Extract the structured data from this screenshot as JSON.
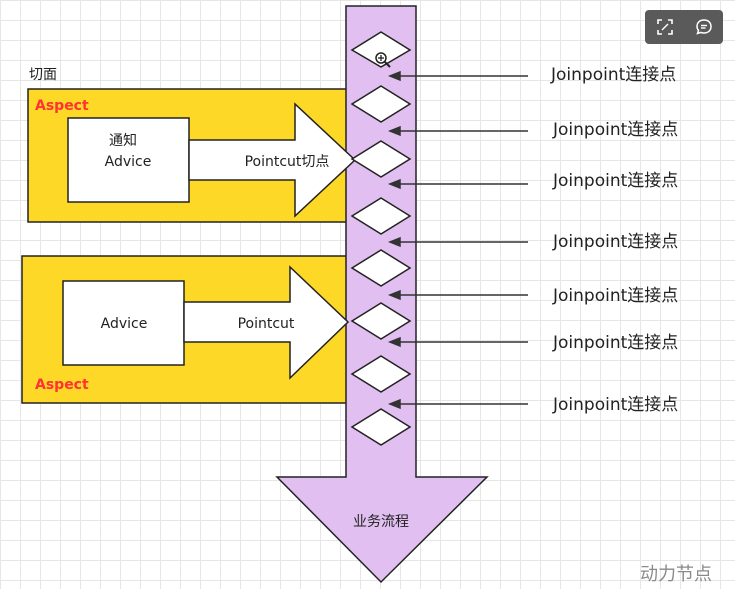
{
  "diagram": {
    "qiemian_label": "切面",
    "aspect_top_label": "Aspect",
    "aspect_bottom_label": "Aspect",
    "advice_top_line1": "通知",
    "advice_top_line2": "Advice",
    "advice_bottom": "Advice",
    "pointcut_top": "Pointcut切点",
    "pointcut_bottom": "Pointcut",
    "flow_label": "业务流程",
    "joinpoints": [
      "Joinpoint连接点",
      "Joinpoint连接点",
      "Joinpoint连接点",
      "Joinpoint连接点",
      "Joinpoint连接点",
      "Joinpoint连接点",
      "Joinpoint连接点"
    ]
  },
  "colors": {
    "aspect_fill": "#fdd827",
    "aspect_label": "#ff3333",
    "flow_fill": "#e1bff0"
  },
  "toolbar": {
    "icons": [
      "expand-icon",
      "comment-icon"
    ]
  },
  "watermark": "动力节点"
}
